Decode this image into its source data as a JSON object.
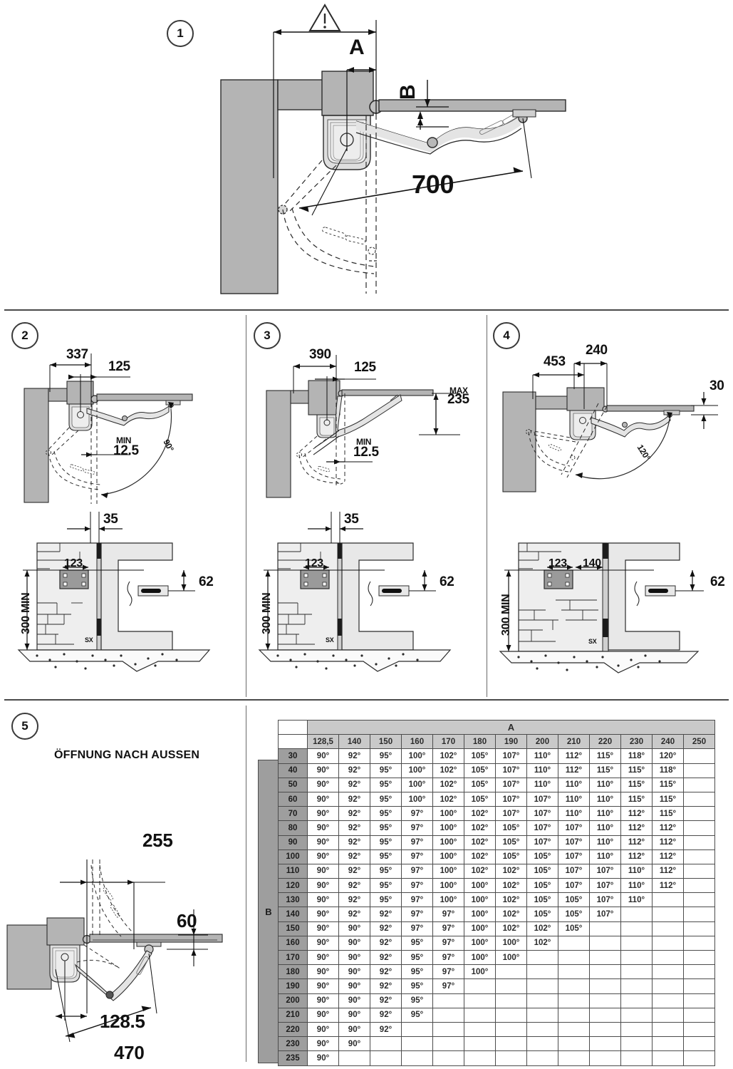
{
  "document": {
    "kind": "technical-installation-drawing",
    "steps": [
      "1",
      "2",
      "3",
      "4",
      "5"
    ]
  },
  "panel1": {
    "step": "1",
    "warning_icon": "warning-triangle-icon",
    "label_a": "A",
    "label_b": "B",
    "dim_700": "700"
  },
  "panel2": {
    "step": "2",
    "dim_337": "337",
    "dim_125": "125",
    "min_label": "MIN",
    "min_value": "12.5",
    "angle": "90°",
    "dim_35": "35",
    "dim_123": "123",
    "dim_62": "62",
    "dim_300min": "300 MIN",
    "side_mark": "SX"
  },
  "panel3": {
    "step": "3",
    "dim_390": "390",
    "dim_125": "125",
    "max_label": "MAX",
    "max_value": "235",
    "min_label": "MIN",
    "min_value": "12.5",
    "dim_35": "35",
    "dim_123": "123",
    "dim_62": "62",
    "dim_300min": "300 MIN",
    "side_mark": "SX"
  },
  "panel4": {
    "step": "4",
    "dim_453": "453",
    "dim_240": "240",
    "dim_30": "30",
    "angle": "120°",
    "dim_123": "123",
    "dim_140": "140",
    "dim_62": "62",
    "dim_300min": "300 MIN",
    "side_mark": "SX"
  },
  "panel5": {
    "step": "5",
    "title": "ÖFFNUNG NACH AUSSEN",
    "dim_255": "255",
    "dim_60": "60",
    "dim_128_5": "128.5",
    "dim_470": "470"
  },
  "chart_data": {
    "type": "table",
    "title": "",
    "col_axis_label": "A",
    "row_axis_label": "B",
    "categories": [
      "128,5",
      "140",
      "150",
      "160",
      "170",
      "180",
      "190",
      "200",
      "210",
      "220",
      "230",
      "240",
      "250"
    ],
    "rows": [
      {
        "b": "30",
        "values": [
          "90°",
          "92°",
          "95°",
          "100°",
          "102°",
          "105°",
          "107°",
          "110°",
          "112°",
          "115°",
          "118°",
          "120°",
          ""
        ]
      },
      {
        "b": "40",
        "values": [
          "90°",
          "92°",
          "95°",
          "100°",
          "102°",
          "105°",
          "107°",
          "110°",
          "112°",
          "115°",
          "115°",
          "118°",
          ""
        ]
      },
      {
        "b": "50",
        "values": [
          "90°",
          "92°",
          "95°",
          "100°",
          "102°",
          "105°",
          "107°",
          "110°",
          "110°",
          "110°",
          "115°",
          "115°",
          ""
        ]
      },
      {
        "b": "60",
        "values": [
          "90°",
          "92°",
          "95°",
          "100°",
          "102°",
          "105°",
          "107°",
          "107°",
          "110°",
          "110°",
          "115°",
          "115°",
          ""
        ]
      },
      {
        "b": "70",
        "values": [
          "90°",
          "92°",
          "95°",
          "97°",
          "100°",
          "102°",
          "107°",
          "107°",
          "110°",
          "110°",
          "112°",
          "115°",
          ""
        ]
      },
      {
        "b": "80",
        "values": [
          "90°",
          "92°",
          "95°",
          "97°",
          "100°",
          "102°",
          "105°",
          "107°",
          "107°",
          "110°",
          "112°",
          "112°",
          ""
        ]
      },
      {
        "b": "90",
        "values": [
          "90°",
          "92°",
          "95°",
          "97°",
          "100°",
          "102°",
          "105°",
          "107°",
          "107°",
          "110°",
          "112°",
          "112°",
          ""
        ]
      },
      {
        "b": "100",
        "values": [
          "90°",
          "92°",
          "95°",
          "97°",
          "100°",
          "102°",
          "105°",
          "105°",
          "107°",
          "110°",
          "112°",
          "112°",
          ""
        ]
      },
      {
        "b": "110",
        "values": [
          "90°",
          "92°",
          "95°",
          "97°",
          "100°",
          "102°",
          "102°",
          "105°",
          "107°",
          "107°",
          "110°",
          "112°",
          ""
        ]
      },
      {
        "b": "120",
        "values": [
          "90°",
          "92°",
          "95°",
          "97°",
          "100°",
          "100°",
          "102°",
          "105°",
          "107°",
          "107°",
          "110°",
          "112°",
          ""
        ]
      },
      {
        "b": "130",
        "values": [
          "90°",
          "92°",
          "95°",
          "97°",
          "100°",
          "100°",
          "102°",
          "105°",
          "105°",
          "107°",
          "110°",
          "",
          ""
        ]
      },
      {
        "b": "140",
        "values": [
          "90°",
          "92°",
          "92°",
          "97°",
          "97°",
          "100°",
          "102°",
          "105°",
          "105°",
          "107°",
          "",
          "",
          ""
        ]
      },
      {
        "b": "150",
        "values": [
          "90°",
          "90°",
          "92°",
          "97°",
          "97°",
          "100°",
          "102°",
          "102°",
          "105°",
          "",
          "",
          "",
          ""
        ]
      },
      {
        "b": "160",
        "values": [
          "90°",
          "90°",
          "92°",
          "95°",
          "97°",
          "100°",
          "100°",
          "102°",
          "",
          "",
          "",
          "",
          ""
        ]
      },
      {
        "b": "170",
        "values": [
          "90°",
          "90°",
          "92°",
          "95°",
          "97°",
          "100°",
          "100°",
          "",
          "",
          "",
          "",
          "",
          ""
        ]
      },
      {
        "b": "180",
        "values": [
          "90°",
          "90°",
          "92°",
          "95°",
          "97°",
          "100°",
          "",
          "",
          "",
          "",
          "",
          "",
          ""
        ]
      },
      {
        "b": "190",
        "values": [
          "90°",
          "90°",
          "92°",
          "95°",
          "97°",
          "",
          "",
          "",
          "",
          "",
          "",
          "",
          ""
        ]
      },
      {
        "b": "200",
        "values": [
          "90°",
          "90°",
          "92°",
          "95°",
          "",
          "",
          "",
          "",
          "",
          "",
          "",
          "",
          ""
        ]
      },
      {
        "b": "210",
        "values": [
          "90°",
          "90°",
          "92°",
          "95°",
          "",
          "",
          "",
          "",
          "",
          "",
          "",
          "",
          ""
        ]
      },
      {
        "b": "220",
        "values": [
          "90°",
          "90°",
          "92°",
          "",
          "",
          "",
          "",
          "",
          "",
          "",
          "",
          "",
          ""
        ]
      },
      {
        "b": "230",
        "values": [
          "90°",
          "90°",
          "",
          "",
          "",
          "",
          "",
          "",
          "",
          "",
          "",
          "",
          ""
        ]
      },
      {
        "b": "235",
        "values": [
          "90°",
          "",
          "",
          "",
          "",
          "",
          "",
          "",
          "",
          "",
          "",
          "",
          ""
        ]
      }
    ]
  },
  "colors": {
    "body_fill": "#b4b4b4",
    "arm_fill": "#e4e4e4",
    "table_header": "#c9c9c9",
    "table_rowhdr": "#9e9e9e",
    "line": "#2b2b2b"
  }
}
